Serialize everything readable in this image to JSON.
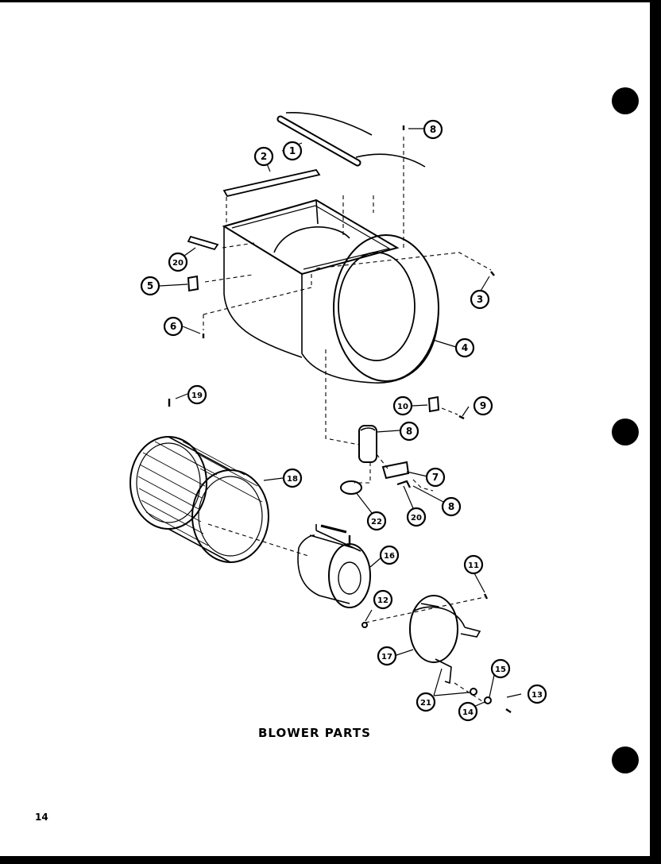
{
  "diagram": {
    "title": "BLOWER PARTS",
    "page_number": "14",
    "callouts": [
      {
        "key": "c1",
        "label": "1"
      },
      {
        "key": "c2",
        "label": "2"
      },
      {
        "key": "c8top",
        "label": "8"
      },
      {
        "key": "c20a",
        "label": "20"
      },
      {
        "key": "c5",
        "label": "5"
      },
      {
        "key": "c3",
        "label": "3"
      },
      {
        "key": "c6",
        "label": "6"
      },
      {
        "key": "c4",
        "label": "4"
      },
      {
        "key": "c19",
        "label": "19"
      },
      {
        "key": "c10",
        "label": "10"
      },
      {
        "key": "c9",
        "label": "9"
      },
      {
        "key": "c8mid",
        "label": "8"
      },
      {
        "key": "c18",
        "label": "18"
      },
      {
        "key": "c7",
        "label": "7"
      },
      {
        "key": "c8low",
        "label": "8"
      },
      {
        "key": "c22",
        "label": "22"
      },
      {
        "key": "c20b",
        "label": "20"
      },
      {
        "key": "c16",
        "label": "16"
      },
      {
        "key": "c11",
        "label": "11"
      },
      {
        "key": "c12",
        "label": "12"
      },
      {
        "key": "c17",
        "label": "17"
      },
      {
        "key": "c15",
        "label": "15"
      },
      {
        "key": "c13",
        "label": "13"
      },
      {
        "key": "c21",
        "label": "21"
      },
      {
        "key": "c14",
        "label": "14"
      }
    ]
  }
}
